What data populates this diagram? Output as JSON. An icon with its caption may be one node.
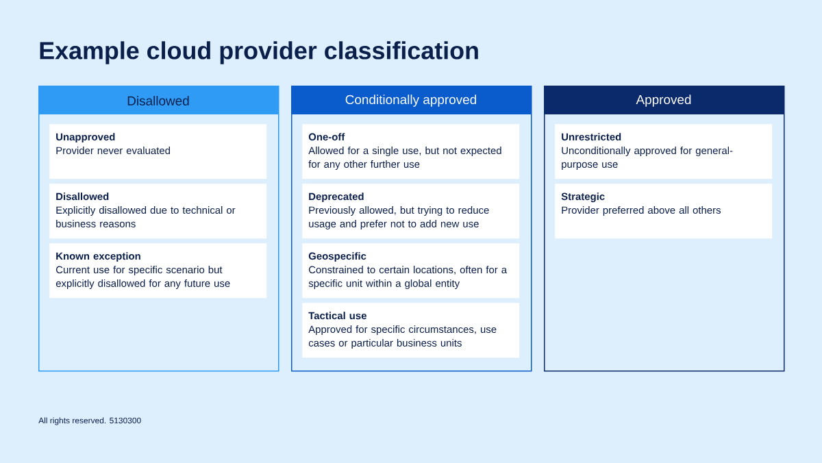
{
  "diagram": {
    "title": "Example cloud provider classification",
    "nodes": [
      {
        "text": [
          "Disallowed"
        ]
      },
      {
        "text": [
          "Unapproved",
          "Provider never evaluated"
        ],
        "in": 0
      },
      {
        "text": [
          "Disallowed",
          "Explicitly disallowed due to technical or business reasons"
        ],
        "in": 0
      },
      {
        "text": [
          "Known exception",
          "Current use for specific scenario but explicitly disallowed for any future use"
        ],
        "in": 0
      },
      {
        "text": [
          "Conditionally approved"
        ]
      },
      {
        "text": [
          "One-off",
          "Allowed for a single use, but not expected for any other further use"
        ],
        "in": 4
      },
      {
        "text": [
          "Deprecated",
          "Previously allowed, but trying to reduce usage and prefer not to add new use"
        ],
        "in": 4
      },
      {
        "text": [
          "Geospecific",
          "Constrained to certain locations, often for a specific unit within a global entity"
        ],
        "in": 4
      },
      {
        "text": [
          "Tactical use",
          "Approved for specific circumstances, use cases or particular business units"
        ],
        "in": 4
      },
      {
        "text": [
          "Approved"
        ]
      },
      {
        "text": [
          "Unrestricted",
          "Unconditionally approved for general-purpose use"
        ],
        "in": 9
      },
      {
        "text": [
          "Strategic",
          "Provider preferred above all others"
        ],
        "in": 9
      }
    ],
    "labels": [
      "All rights reserved. 5130300"
    ]
  }
}
